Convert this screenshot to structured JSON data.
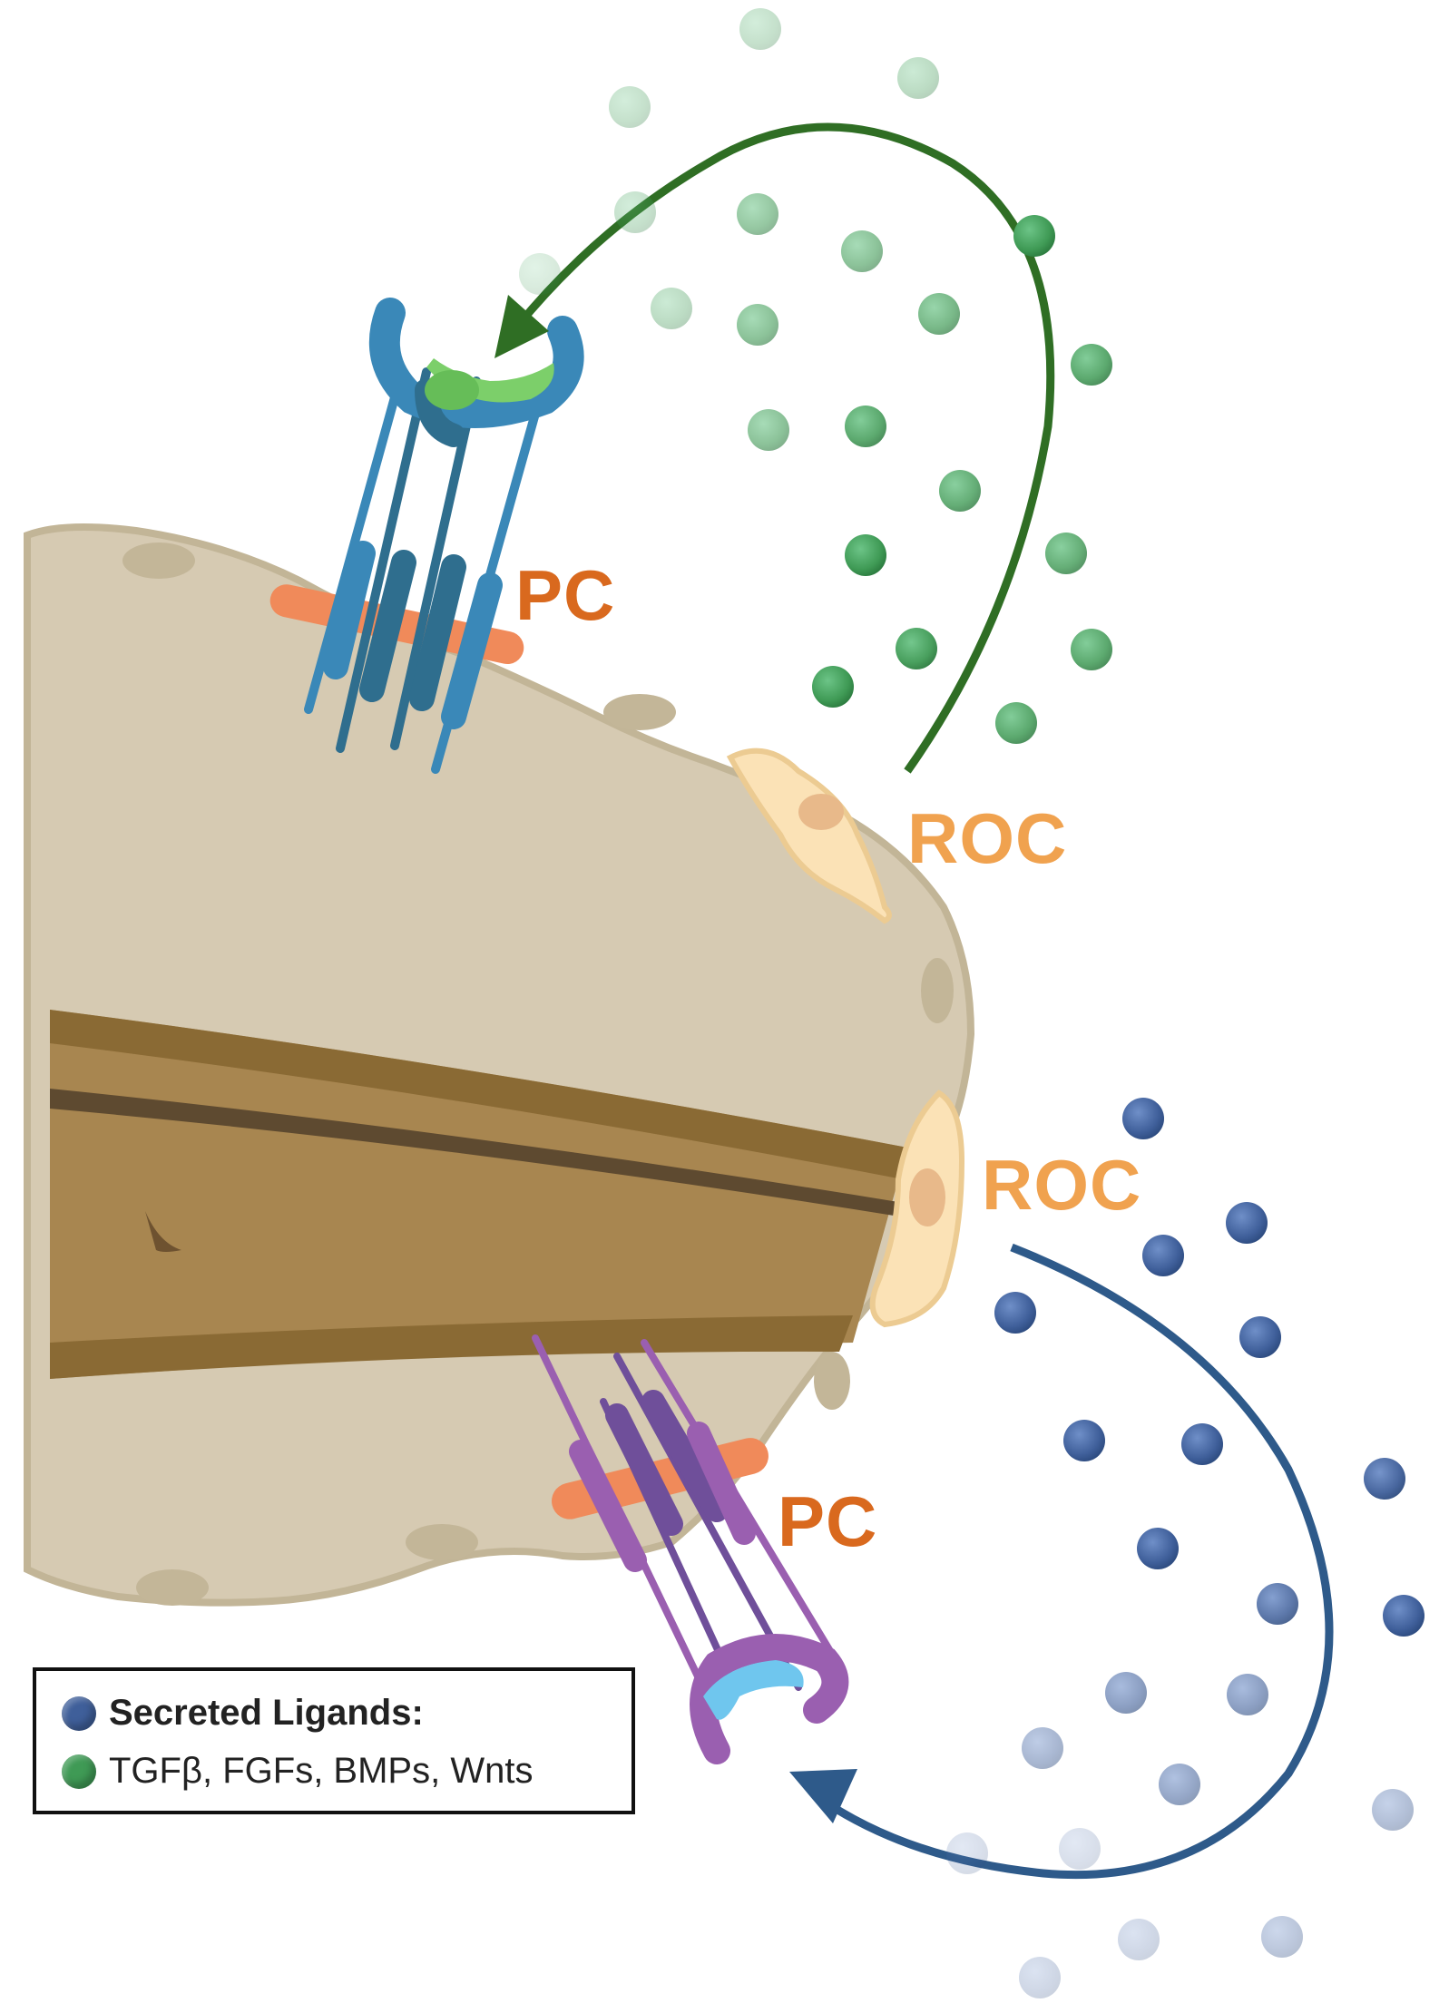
{
  "labels": {
    "pc_top": "PC",
    "roc_top": "ROC",
    "roc_bottom": "ROC",
    "pc_bottom": "PC"
  },
  "legend": {
    "title": "Secreted Ligands:",
    "items": "TGFβ, FGFs, BMPs, Wnts"
  },
  "colors": {
    "pc_label": "#d9691e",
    "roc_label": "#f0a24f",
    "green_ligand": "#3f9a55",
    "blue_ligand": "#3f5f9a",
    "green_arrow": "#2f6e24",
    "blue_arrow": "#2e5a8a",
    "tissue": "#d6cab2",
    "tissue_outline": "#c2b597",
    "shaft_band": "#8a6a34",
    "shaft_light": "#b08c52",
    "pc_cell": "#f08a5a",
    "roc_cell": "#fbe2b6",
    "receptor_top": "#3a88b8",
    "receptor_bottom": "#9a5fb0",
    "legend_border": "#111111"
  }
}
